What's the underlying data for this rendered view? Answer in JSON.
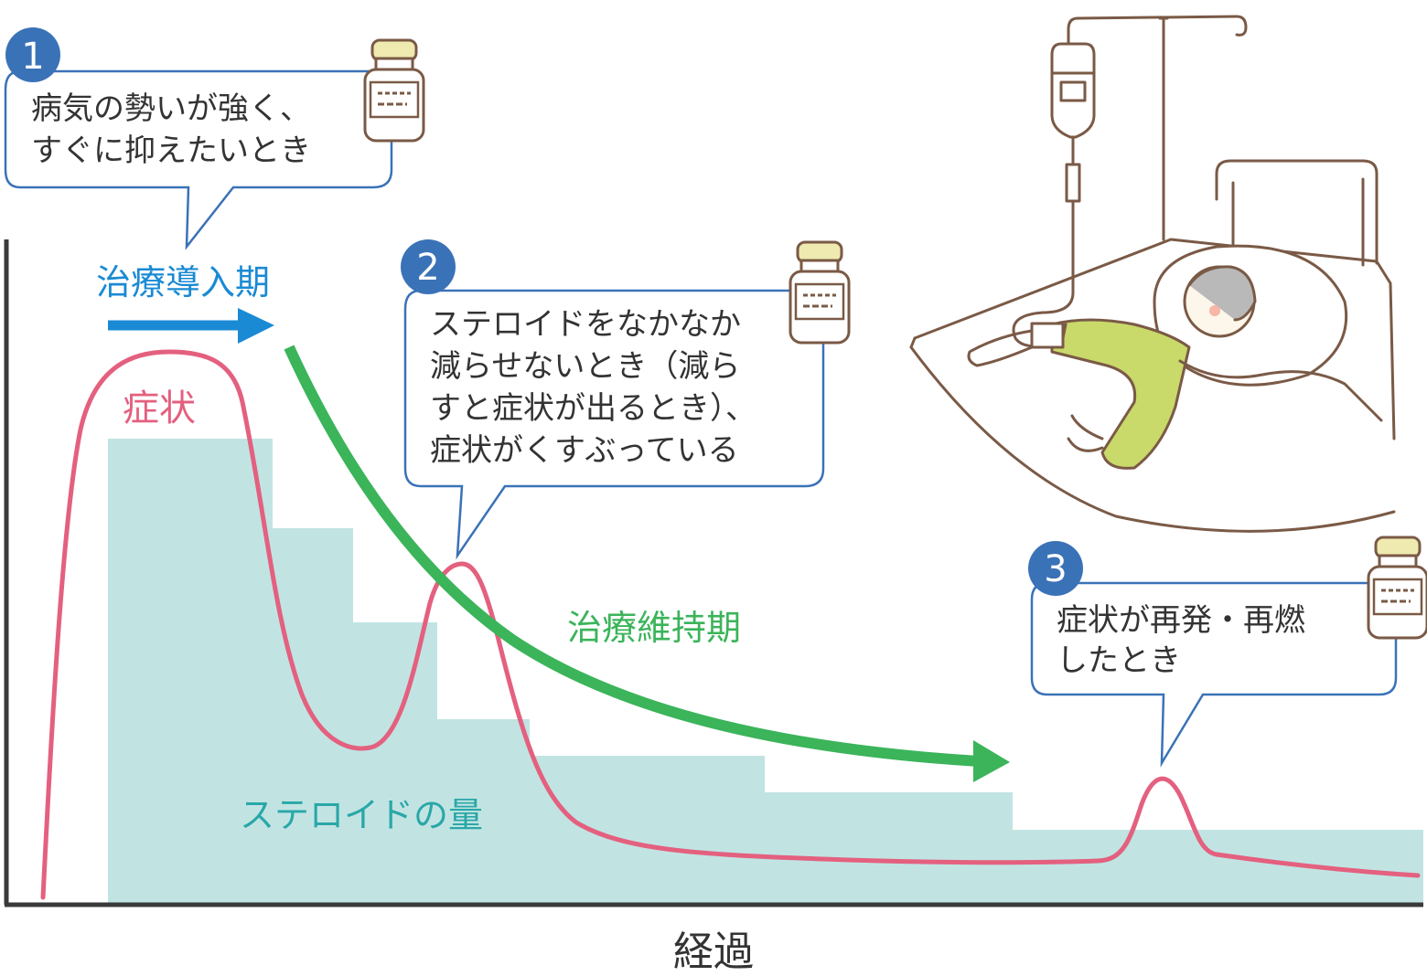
{
  "colors": {
    "steroid_area": "#c1e4e3",
    "symptom_curve": "#e4607f",
    "induction_arrow": "#1a8ad4",
    "maintenance_arrow": "#3bb45a",
    "callout_border": "#3a72b7",
    "badge": "#3a72b7",
    "axis": "#3a3a3a",
    "text": "#333333",
    "steroid_label": "#2aa7a8"
  },
  "axis": {
    "x_label": "経過"
  },
  "labels": {
    "induction": "治療導入期",
    "maintenance": "治療維持期",
    "symptom": "症状",
    "steroid_amount": "ステロイドの量"
  },
  "callouts": [
    {
      "number": "1",
      "lines": [
        "病気の勢いが強く、",
        "すぐに抑えたいとき"
      ],
      "icon": "medicine-bottle-icon"
    },
    {
      "number": "2",
      "lines": [
        "ステロイドをなかなか",
        "減らせないとき（減ら",
        "すと症状が出るとき）、",
        "症状がくすぶっている"
      ],
      "icon": "medicine-bottle-icon"
    },
    {
      "number": "3",
      "lines": [
        "症状が再発・再燃",
        "したとき"
      ],
      "icon": "medicine-bottle-icon"
    }
  ],
  "illustration": {
    "name": "patient-in-hospital-bed-with-iv-drip"
  }
}
